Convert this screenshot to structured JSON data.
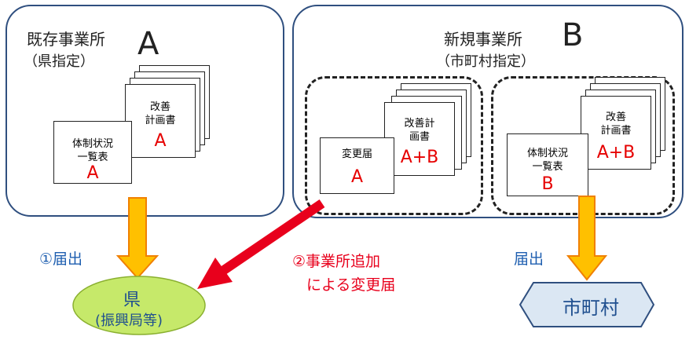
{
  "existing_office": {
    "title": "既存事業所",
    "designation": "（県指定）",
    "letter": "A",
    "documents": [
      {
        "label": "改善\n計画書",
        "code": "A"
      },
      {
        "label": "体制状況\n一覧表",
        "code": "A"
      }
    ]
  },
  "new_office": {
    "title": "新規事業所",
    "designation": "（市町村指定）",
    "letter": "B",
    "group_prefecture": [
      {
        "label": "改善計\n画書",
        "code": "A+B"
      },
      {
        "label": "変更届",
        "code": "A"
      }
    ],
    "group_municipality": [
      {
        "label": "改善\n計画書",
        "code": "A+B"
      },
      {
        "label": "体制状況\n一覧表",
        "code": "B"
      }
    ]
  },
  "flows": {
    "notification_1": "①届出",
    "notification_2_line1": "②事業所追加",
    "notification_2_line2": "による変更届",
    "notification_3": "届出"
  },
  "destinations": {
    "prefecture_name": "県",
    "prefecture_sub": "(振興局等)",
    "municipality_name": "市町村"
  },
  "colors": {
    "frame": "#2f4f7f",
    "code_red": "#e60000",
    "flow_blue": "#1f5fb0",
    "flow_red": "#e8001c",
    "arrow_orange": "#ffc000",
    "arrow_border": "#f08000",
    "prefecture_fill": "#c6e96a",
    "municipality_fill": "#dbe7f3"
  }
}
